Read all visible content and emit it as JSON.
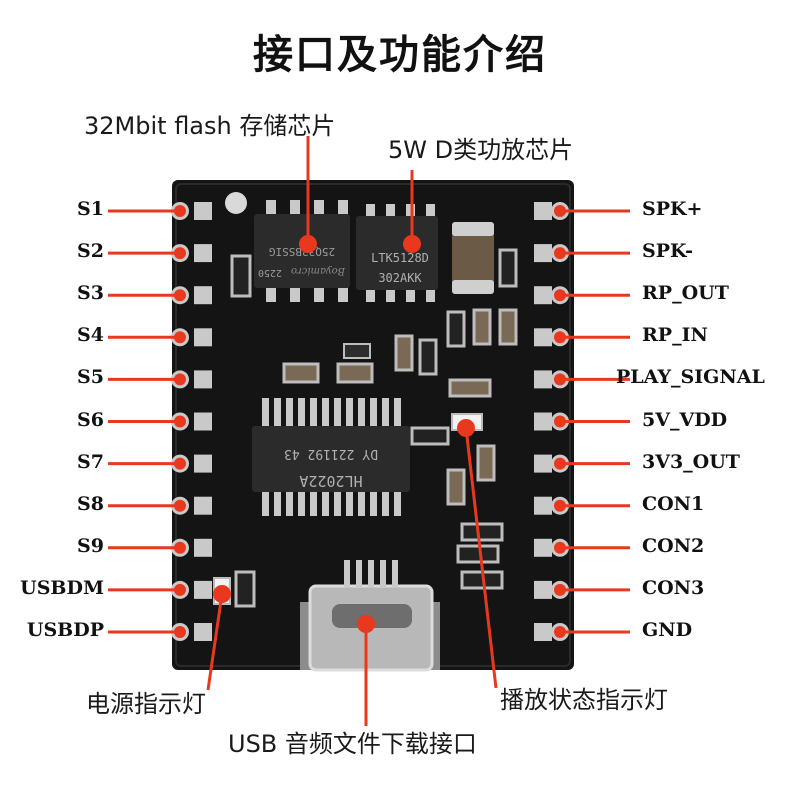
{
  "title": "接口及功能介绍",
  "callouts": {
    "flash": "32Mbit flash 存储芯片",
    "amp": "5W D类功放芯片",
    "power_led": "电源指示灯",
    "usb_port": "USB 音频文件下载接口",
    "play_led": "播放状态指示灯"
  },
  "left_pins": [
    "S1",
    "S2",
    "S3",
    "S4",
    "S5",
    "S6",
    "S7",
    "S8",
    "S9",
    "USBDM",
    "USBDP"
  ],
  "right_pins": [
    "SPK+",
    "SPK-",
    "RP_OUT",
    "RP_IN",
    "PLAY_SIGNAL",
    "5V_VDD",
    "3V3_OUT",
    "CON1",
    "CON2",
    "CON3",
    "GND"
  ],
  "chips": {
    "flash_marking": "25Q32BSSIG",
    "flash_code": "2250",
    "flash_brand": "Boyamicro",
    "amp_marking": "LTK5128D",
    "amp_code": "302AKK",
    "main_marking": "HL2022A",
    "main_code": "DY 221192 43"
  },
  "colors": {
    "accent": "#e8391f",
    "board": "#151515",
    "pad": "#c9c9c9"
  }
}
